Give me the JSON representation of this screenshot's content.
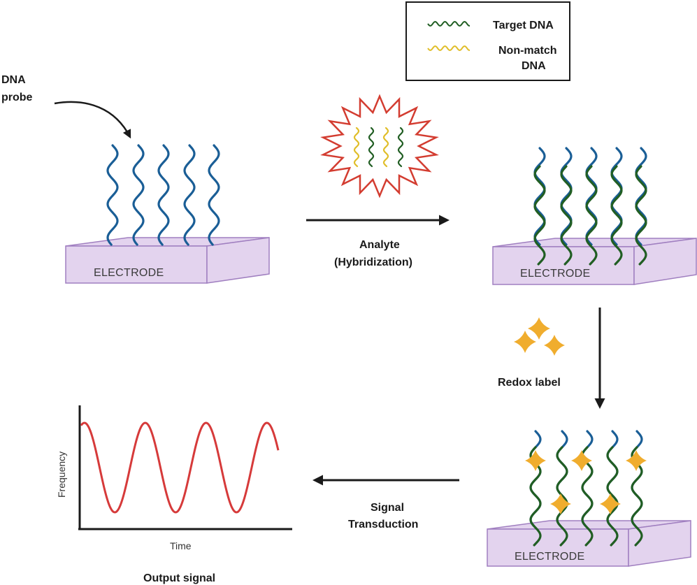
{
  "legend": {
    "target_label": "Target DNA",
    "nonmatch_label_line1": "Non-match",
    "nonmatch_label_line2": "DNA"
  },
  "probe_callout": {
    "line1": "DNA",
    "line2": "probe"
  },
  "electrode_label": "ELECTRODE",
  "steps": {
    "hybridization": {
      "line1": "Analyte",
      "line2": "(Hybridization)"
    },
    "redox": {
      "label": "Redox label"
    },
    "transduction": {
      "line1": "Signal",
      "line2": "Transduction"
    }
  },
  "output": {
    "title": "Output signal",
    "x_axis_label": "Time",
    "y_axis_label": "Frequency"
  },
  "colors": {
    "probe_strand": "#1a5e96",
    "target_strand": "#215e23",
    "nonmatch_strand": "#e0be2a",
    "electrode_fill": "#e3d3ee",
    "electrode_stroke": "#a07fc0",
    "starburst_stroke": "#d33c30",
    "redox_star": "#f0ad2e",
    "signal_curve": "#d63a3a",
    "arrow": "#1a1a1a"
  }
}
